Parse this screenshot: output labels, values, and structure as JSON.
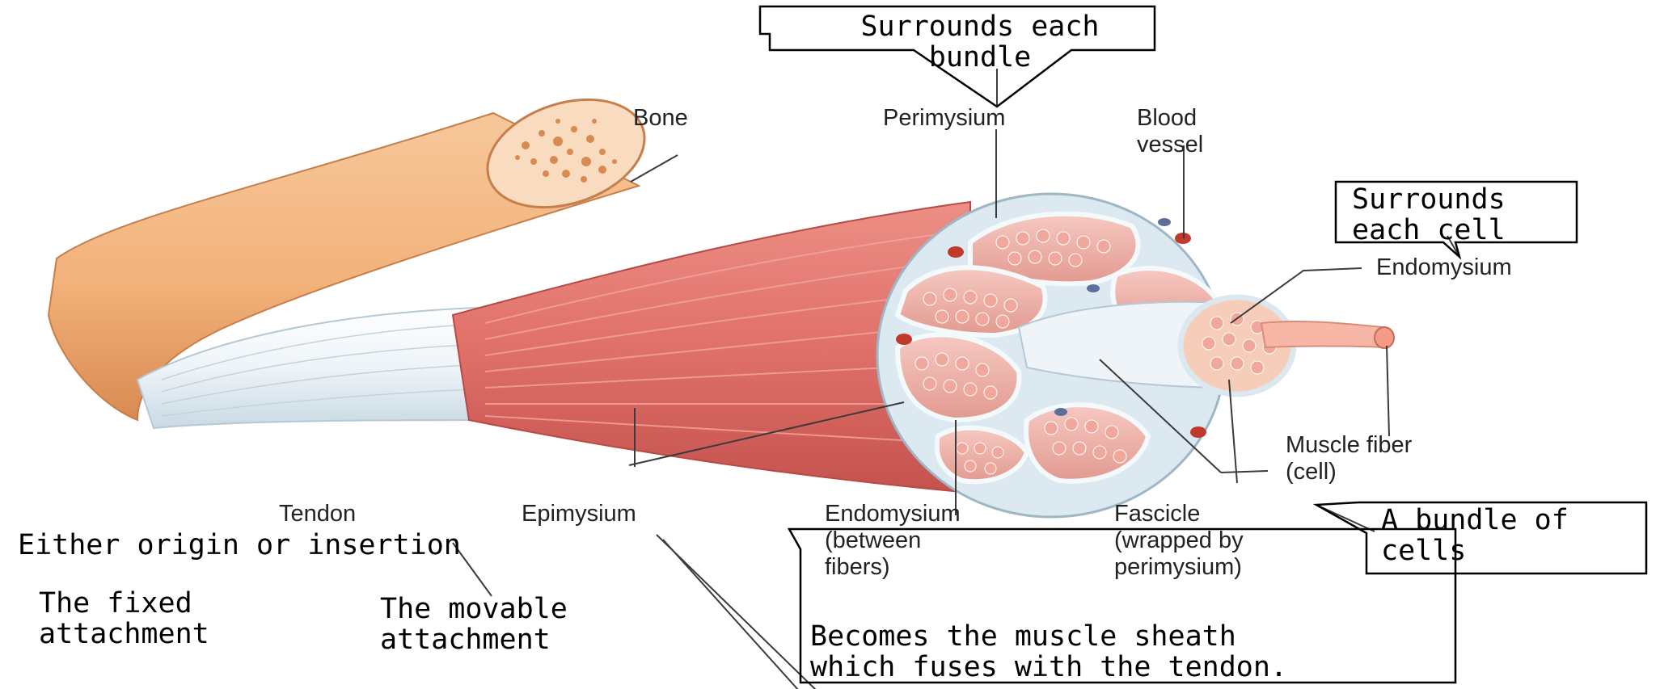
{
  "labels": {
    "bone": "Bone",
    "perimysium": "Perimysium",
    "blood_vessel": "Blood\nvessel",
    "endomysium_right": "Endomysium",
    "muscle_fiber": "Muscle fiber\n(cell)",
    "tendon": "Tendon",
    "epimysium": "Epimysium",
    "endomysium_between": "Endomysium\n(between\nfibers)",
    "fascicle": "Fascicle\n(wrapped by\nperimysium)"
  },
  "notes": {
    "surrounds_bundle": "Surrounds each\nbundle",
    "surrounds_cell": "Surrounds\neach cell",
    "bundle_of_cells": "A bundle of\ncells",
    "either_origin": "Either origin or insertion",
    "fixed_attachment": "The fixed\nattachment",
    "movable_attachment": "The movable\nattachment",
    "muscle_sheath": "Becomes the muscle sheath\nwhich fuses with the tendon."
  },
  "colors": {
    "bone": "#f2b27a",
    "muscle": "#e0706a",
    "fascicle_fill": "#f6cdb8",
    "sheath": "#d7e6ef",
    "tendon": "#eef4f8",
    "blood_vessel": "#c0392b",
    "leader_line": "#3b3b3b"
  }
}
